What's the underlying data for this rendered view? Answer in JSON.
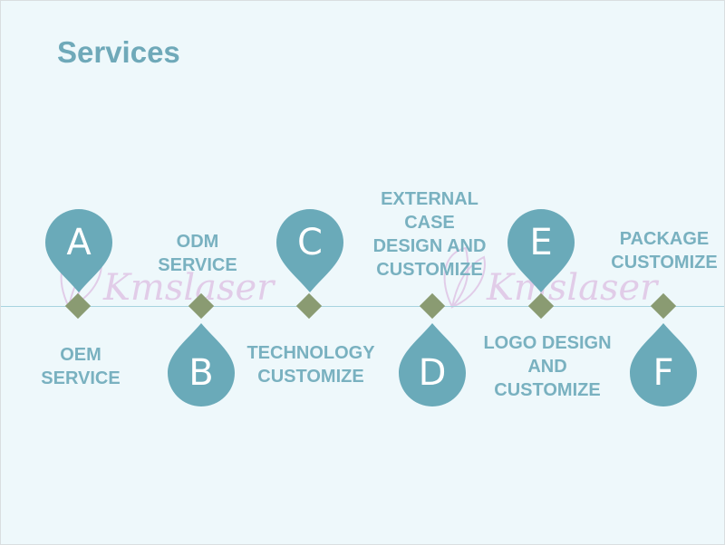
{
  "title": "Services",
  "colors": {
    "background": "#eef8fb",
    "teal": "#6fa9b9",
    "label": "#79b1c0",
    "pin": "#6aaab9",
    "diamond": "#8a9b72",
    "timeline": "#a7d3df",
    "watermark": "#d7a9d9"
  },
  "watermark": "Kmslaser",
  "steps": [
    {
      "letter": "A",
      "label_lines": [
        "OEM",
        "SERVICE"
      ]
    },
    {
      "letter": "B",
      "label_lines": [
        "ODM",
        "SERVICE"
      ]
    },
    {
      "letter": "C",
      "label_lines": [
        "TECHNOLOGY",
        "CUSTOMIZE"
      ]
    },
    {
      "letter": "D",
      "label_lines": [
        "EXTERNAL",
        "CASE",
        "DESIGN AND",
        "CUSTOMIZE"
      ]
    },
    {
      "letter": "E",
      "label_lines": [
        "LOGO DESIGN",
        "AND",
        "CUSTOMIZE"
      ]
    },
    {
      "letter": "F",
      "label_lines": [
        "PACKAGE",
        "CUSTOMIZE"
      ]
    }
  ]
}
